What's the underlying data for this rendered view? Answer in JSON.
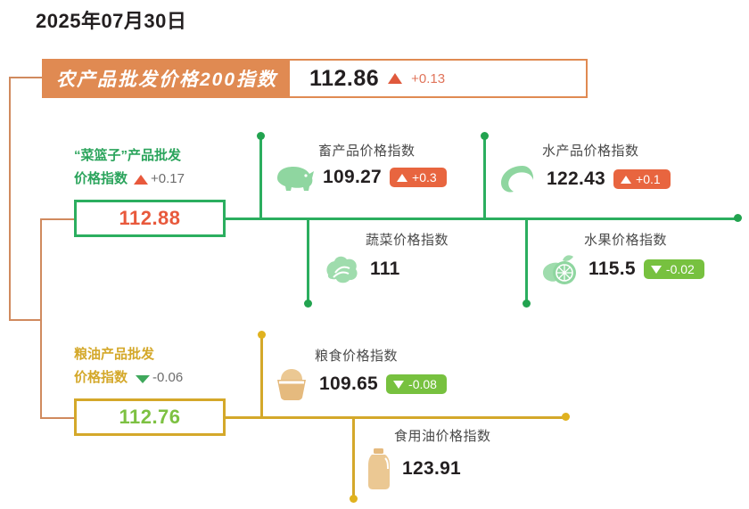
{
  "date": "2025年07月30日",
  "main": {
    "label": "农产品批发价格200指数",
    "value": "112.86",
    "delta": "+0.13",
    "direction": "up",
    "bar_color": "#E08A52",
    "delta_color": "#E0745A"
  },
  "branches": [
    {
      "id": "basket",
      "caption_line1": "“菜篮子”产品批发",
      "caption_line2": "价格指数",
      "delta": "+0.17",
      "direction": "up",
      "value": "112.88",
      "accent": "#2BAE5F",
      "value_color": "#E8593C",
      "leaves": [
        {
          "id": "livestock",
          "icon": "pig-icon",
          "title": "畜产品价格指数",
          "value": "109.27",
          "delta": "+0.3",
          "direction": "up"
        },
        {
          "id": "aquatic",
          "icon": "shrimp-icon",
          "title": "水产品价格指数",
          "value": "122.43",
          "delta": "+0.1",
          "direction": "up"
        },
        {
          "id": "vegetable",
          "icon": "cabbage-icon",
          "title": "蔬菜价格指数",
          "value": "111",
          "delta": "",
          "direction": "none"
        },
        {
          "id": "fruit",
          "icon": "fruit-icon",
          "title": "水果价格指数",
          "value": "115.5",
          "delta": "-0.02",
          "direction": "down"
        }
      ]
    },
    {
      "id": "grainoil",
      "caption_line1": "粮油产品批发",
      "caption_line2": "价格指数",
      "delta": "-0.06",
      "direction": "down",
      "value": "112.76",
      "accent": "#D4A82A",
      "value_color": "#7DC142",
      "leaves": [
        {
          "id": "grain",
          "icon": "rice-bowl-icon",
          "title": "粮食价格指数",
          "value": "109.65",
          "delta": "-0.08",
          "direction": "down"
        },
        {
          "id": "oil",
          "icon": "oil-bottle-icon",
          "title": "食用油价格指数",
          "value": "123.91",
          "delta": "",
          "direction": "none"
        }
      ]
    }
  ]
}
